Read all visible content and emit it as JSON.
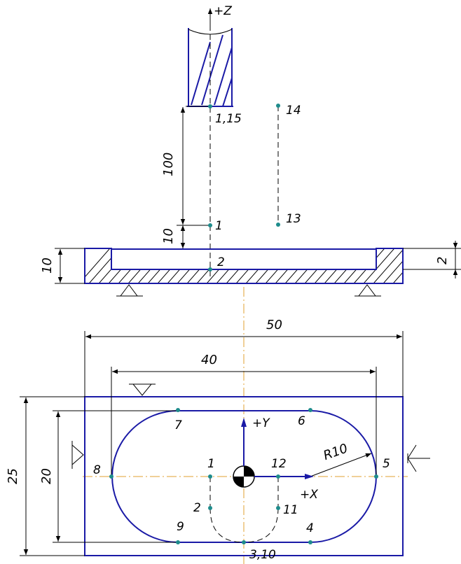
{
  "colors": {
    "contour": "#1a1aa6",
    "point": "#1e8c8c",
    "centerline": "#e0a030",
    "ink": "#000000"
  },
  "axes": {
    "z": "+Z",
    "y": "+Y",
    "x": "+X"
  },
  "dimensions": {
    "d100": "100",
    "d10_approach": "10",
    "d10_thickness": "10",
    "d2_depth": "2",
    "d50_length": "50",
    "d40_pocket": "40",
    "d25_width": "25",
    "d20_pocket_width": "20",
    "r10": "R10"
  },
  "side_points": {
    "p1_15": "1,15",
    "p14": "14",
    "p1": "1",
    "p13": "13",
    "p2": "2"
  },
  "plan_points": {
    "p7": "7",
    "p6": "6",
    "p8": "8",
    "p5": "5",
    "p1": "1",
    "p12": "12",
    "p2": "2",
    "p11": "11",
    "p9": "9",
    "p4": "4",
    "p3_10": "3,10"
  }
}
